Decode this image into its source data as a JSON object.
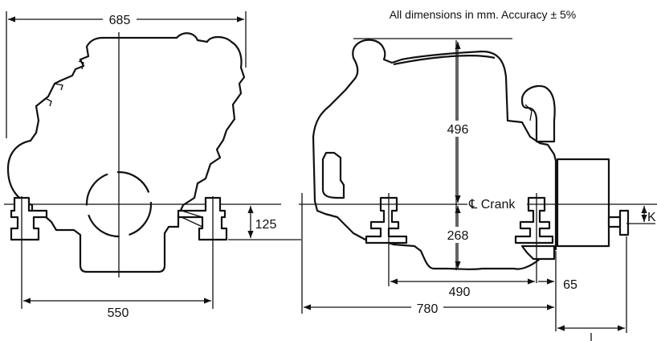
{
  "note": "All dimensions in mm. Accuracy ± 5%",
  "front_view": {
    "width_overall": "685",
    "mount_width": "550",
    "crank_to_mount": "125"
  },
  "side_view": {
    "height_above_crank": "496",
    "crank_label": "℄ Crank",
    "depth_below_crank": "268",
    "mount_spacing": "490",
    "overall_length": "780",
    "rear_offset": "65",
    "coupling_height_label": "K",
    "coupling_length_label": "L"
  }
}
